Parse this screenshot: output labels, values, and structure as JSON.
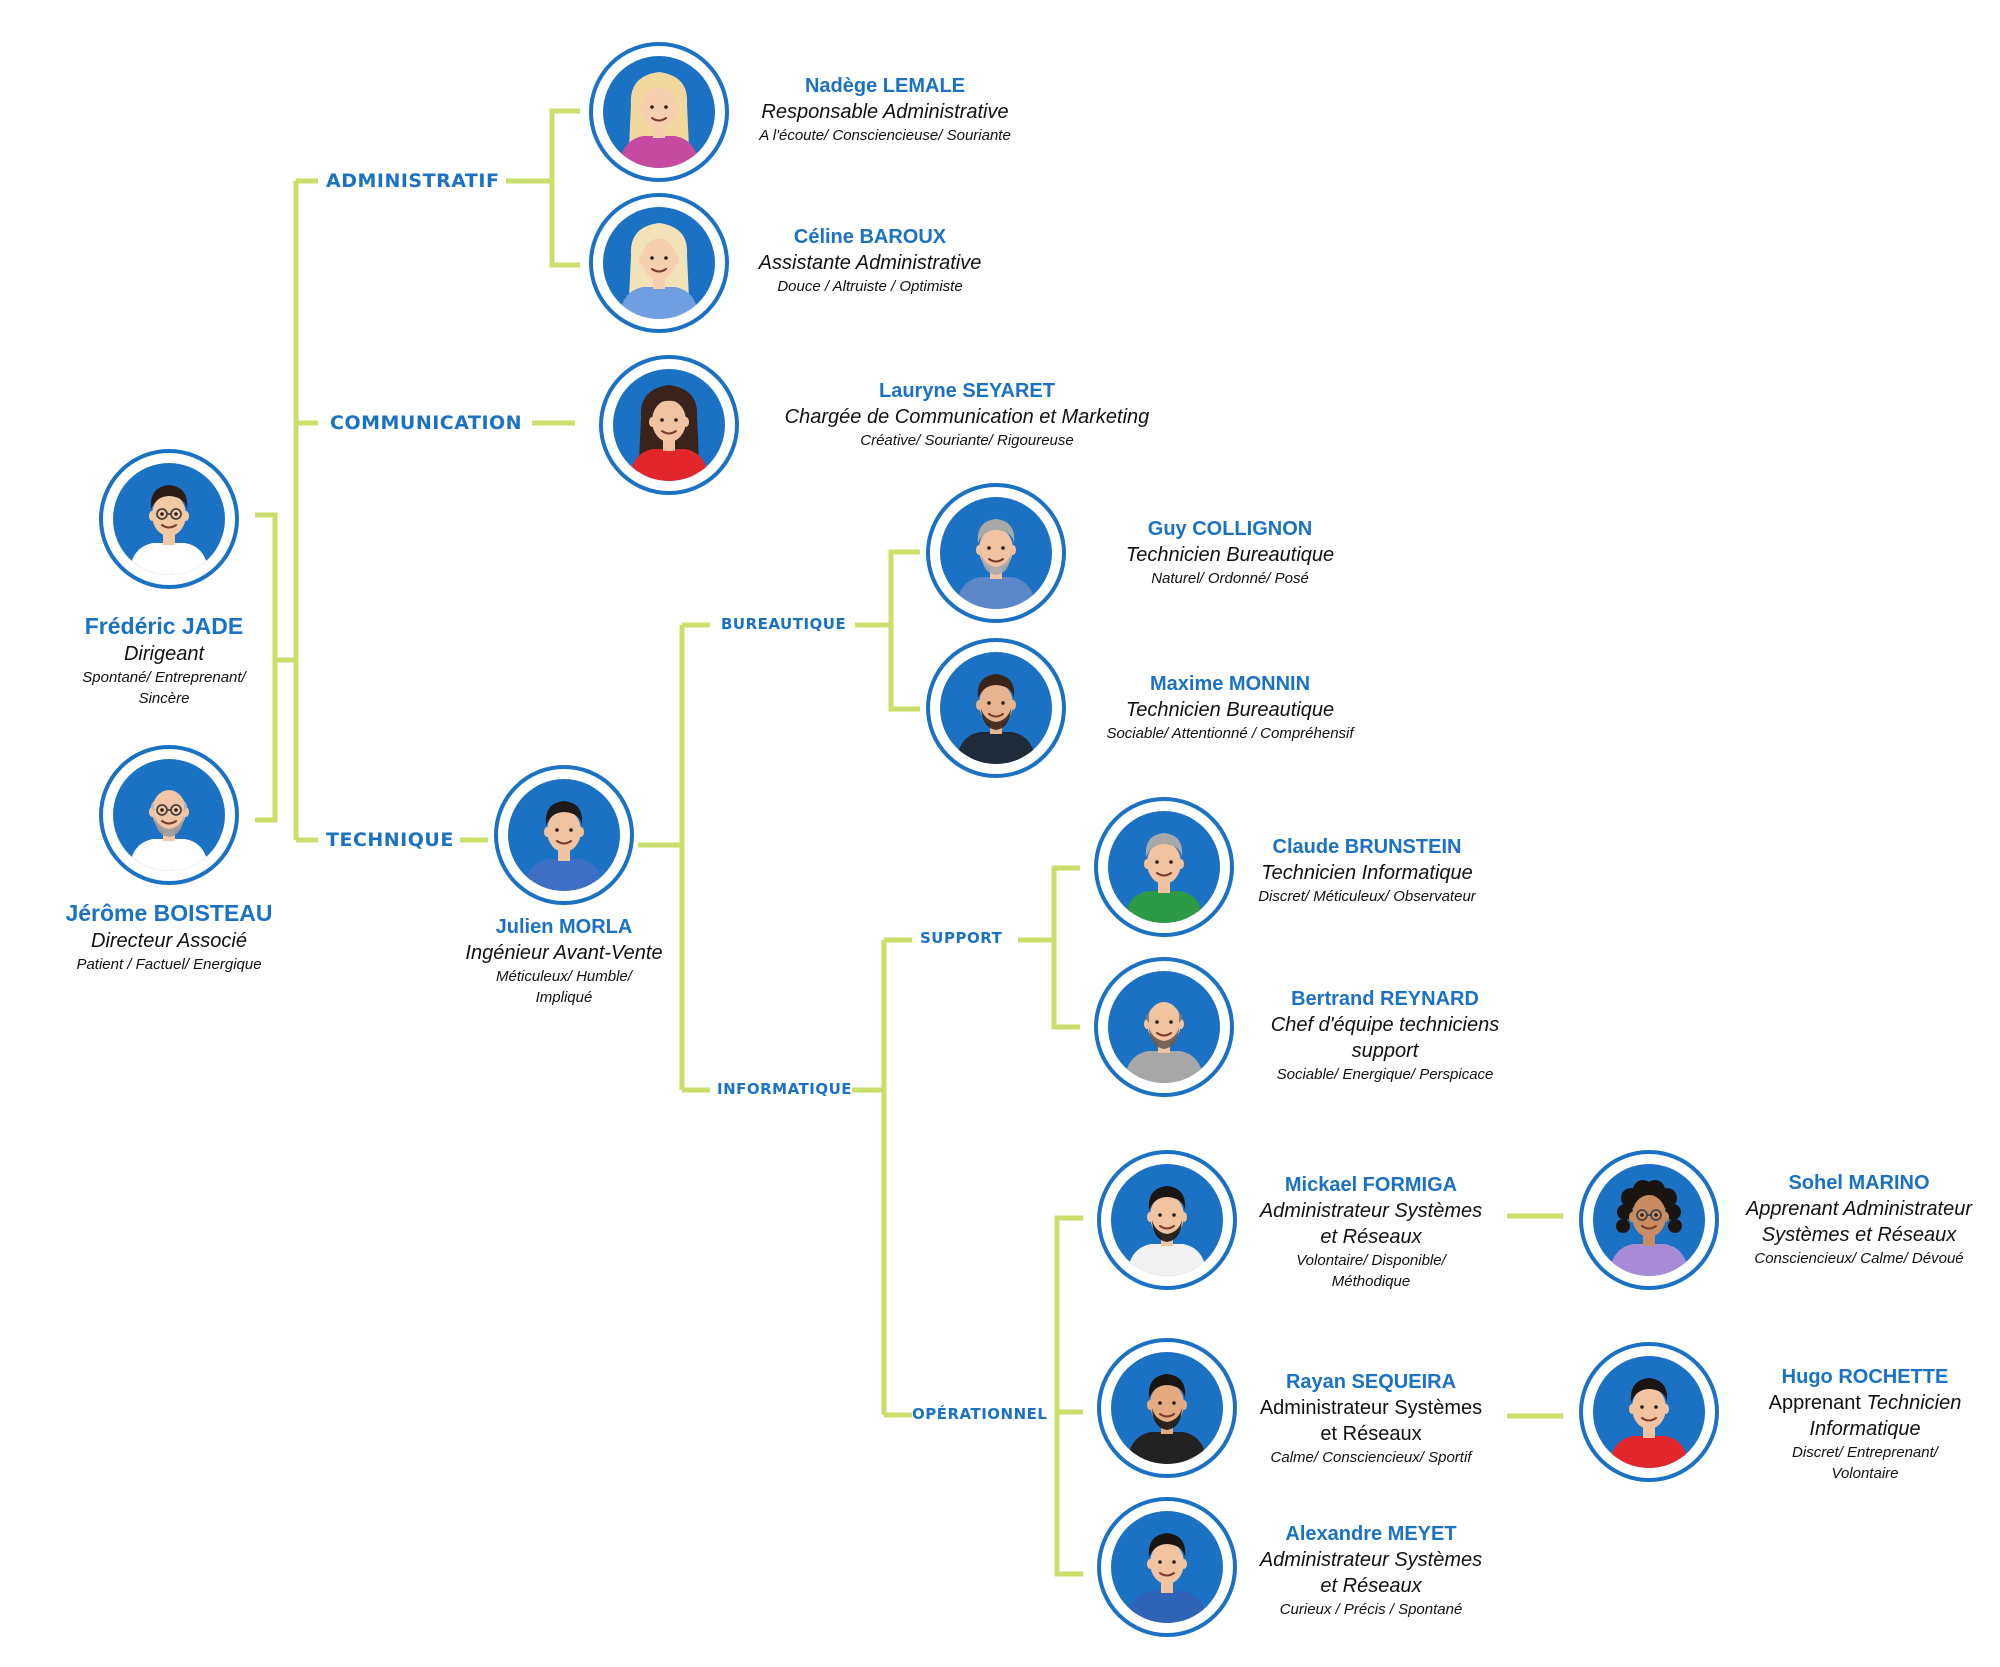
{
  "departments": {
    "administratif": "ADMINISTRATIF",
    "communication": "COMMUNICATION",
    "technique": "TECHNIQUE",
    "bureautique": "BUREAUTIQUE",
    "informatique": "INFORMATIQUE",
    "support": "SUPPORT",
    "operationnel": "OPÉRATIONNEL"
  },
  "people": {
    "frederic": {
      "name": "Frédéric JADE",
      "role": "Dirigeant",
      "traits1": "Spontané/ Entreprenant/",
      "traits2": "Sincère"
    },
    "jerome": {
      "name": "Jérôme BOISTEAU",
      "role": "Directeur Associé",
      "traits1": "Patient / Factuel/ Energique"
    },
    "nadege": {
      "name": "Nadège LEMALE",
      "role": "Responsable Administrative",
      "traits1": "A l'écoute/ Consciencieuse/ Souriante"
    },
    "celine": {
      "name": "Céline BAROUX",
      "role": "Assistante Administrative",
      "traits1": "Douce / Altruiste / Optimiste"
    },
    "lauryne": {
      "name": "Lauryne SEYARET",
      "role": "Chargée de Communication et Marketing",
      "traits1": "Créative/ Souriante/ Rigoureuse"
    },
    "julien": {
      "name": "Julien MORLA",
      "role": "Ingénieur Avant-Vente",
      "traits1": "Méticuleux/ Humble/",
      "traits2": "Impliqué"
    },
    "guy": {
      "name": "Guy COLLIGNON",
      "role": "Technicien Bureautique",
      "traits1": "Naturel/ Ordonné/ Posé"
    },
    "maxime": {
      "name": "Maxime MONNIN",
      "role": "Technicien Bureautique",
      "traits1": "Sociable/ Attentionné / Compréhensif"
    },
    "claude": {
      "name": "Claude BRUNSTEIN",
      "role": "Technicien Informatique",
      "traits1": "Discret/ Méticuleux/ Observateur"
    },
    "bertrand": {
      "name": "Bertrand REYNARD",
      "role1": "Chef d'équipe techniciens",
      "role2": "support",
      "traits1": "Sociable/ Energique/ Perspicace"
    },
    "mickael": {
      "name": "Mickael FORMIGA",
      "role1": "Administrateur Systèmes",
      "role2": "et Réseaux",
      "traits1": "Volontaire/ Disponible/",
      "traits2": "Méthodique"
    },
    "sohel": {
      "name": "Sohel MARINO",
      "role1": "Apprenant Administrateur",
      "role2": "Systèmes et Réseaux",
      "traits1": "Consciencieux/ Calme/ Dévoué"
    },
    "rayan": {
      "name": "Rayan SEQUEIRA",
      "role1": "Administrateur Systèmes",
      "role2": "et Réseaux",
      "traits1": "Calme/ Consciencieux/ Sportif"
    },
    "hugo": {
      "name": "Hugo ROCHETTE",
      "role1a": "Apprenant ",
      "role1b": "Technicien",
      "role2": "Informatique",
      "traits1": "Discret/ Entreprenant/",
      "traits2": "Volontaire"
    },
    "alexandre": {
      "name": "Alexandre MEYET",
      "role1": "Administrateur Systèmes",
      "role2": "et Réseaux",
      "traits1": "Curieux / Précis / Spontané"
    }
  },
  "colors": {
    "brand_blue": "#1b72c4",
    "connector_green": "#c8df6a"
  }
}
